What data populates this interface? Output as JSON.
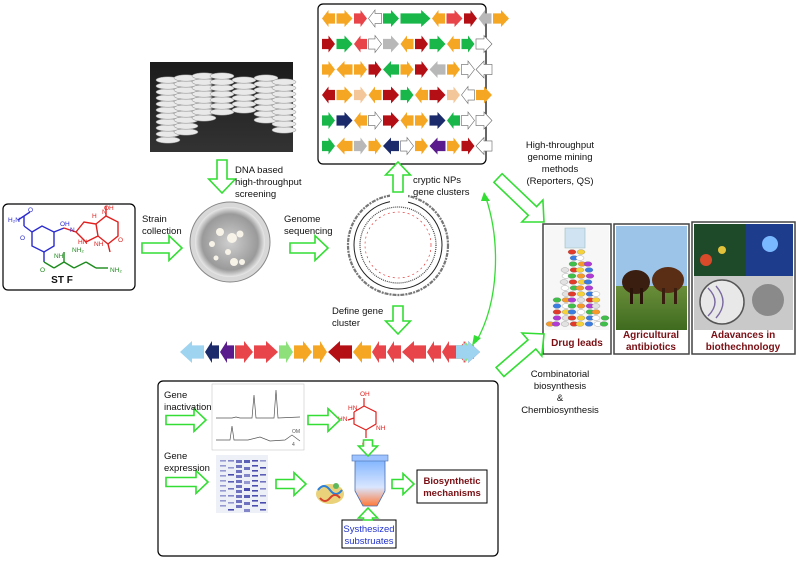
{
  "colors": {
    "arrow_green": "#33dd33",
    "compound_blue": "#2a2ad0",
    "compound_red": "#e0201e",
    "compound_green": "#1d8a1d",
    "caption_red": "#7a0f14",
    "gene_orange": "#f5a623",
    "gene_red": "#b30f14",
    "gene_lightred": "#e8454a",
    "gene_green": "#19b74a",
    "gene_lightgreen": "#8ee07a",
    "gene_gray": "#b8b8b8",
    "gene_navy": "#1a2a6b",
    "gene_purple": "#5a1b8c",
    "gene_peach": "#f4c79a",
    "gene_lightblue": "#9fd4f0"
  },
  "compound": {
    "name": "ST F",
    "atoms": [
      "OH",
      "H₂N",
      "O",
      "O",
      "N",
      "HN",
      "NH",
      "N",
      "H",
      "O",
      "OH",
      "NH₂",
      "O",
      "NH",
      "NH₂"
    ]
  },
  "labels": {
    "strain_collection": [
      "Strain",
      "collection"
    ],
    "dna_screening": [
      "DNA based",
      "high-throughput",
      "screening"
    ],
    "genome_sequencing": [
      "Genome",
      "sequencing"
    ],
    "cryptic_clusters": [
      "cryptic NPs",
      "gene clusters"
    ],
    "define_cluster": [
      "Define gene",
      "cluster"
    ],
    "genome_mining": [
      "High-throughput",
      "genome mining",
      "methods",
      "(Reporters, QS)"
    ],
    "combinatorial": [
      "Combinatorial",
      "biosynthesis",
      "&",
      "Chembiosynthesis"
    ],
    "gene_inactivation": [
      "Gene",
      "inactivation"
    ],
    "gene_expression": [
      "Gene",
      "expression"
    ],
    "biosynthetic_mechanisms": [
      "Biosynthetic",
      "mechanisms"
    ],
    "synthesized_substrates": [
      "Systhesized",
      "substruates"
    ],
    "drug_leads": "Drug leads",
    "agricultural": [
      "Agricultural",
      "antibiotics"
    ],
    "biotech": [
      "Adavances in",
      "biothechnology"
    ],
    "hplc_marks": [
      "OM",
      "4"
    ],
    "inactivation_product_atoms": [
      "OH",
      "HN",
      "HN",
      "NH",
      "O"
    ]
  },
  "gene_rows": [
    [
      "orange",
      "orange",
      "red",
      "white",
      "green",
      "greenbig",
      "orange",
      "red",
      "darkred",
      "gray",
      "orange"
    ],
    [
      "darkred",
      "green",
      "red",
      "white",
      "gray",
      "orange",
      "darkred",
      "green",
      "orange",
      "green",
      "white"
    ],
    [
      "orange",
      "orange",
      "orange",
      "darkred",
      "green",
      "orange",
      "darkred",
      "gray",
      "orange",
      "white",
      "white"
    ],
    [
      "darkred",
      "orange",
      "peach",
      "orange",
      "darkred",
      "green",
      "orange",
      "darkred",
      "peach",
      "white",
      "orange"
    ],
    [
      "green",
      "navy",
      "orange",
      "white",
      "darkred",
      "orange",
      "orange",
      "navy",
      "green",
      "white",
      "white"
    ],
    [
      "green",
      "orange",
      "gray",
      "orange",
      "navy",
      "white",
      "orange",
      "purple",
      "orange",
      "darkred",
      "white"
    ]
  ],
  "cluster_row": [
    "lightblue",
    "navy",
    "purple",
    "lightred",
    "red",
    "lightgreen",
    "orange",
    "orange",
    "darkred",
    "orange",
    "red",
    "red",
    "red",
    "lightred",
    "lightred",
    "red",
    "purple",
    "orange",
    "lightgreen",
    "lightblue",
    "lightblue"
  ]
}
